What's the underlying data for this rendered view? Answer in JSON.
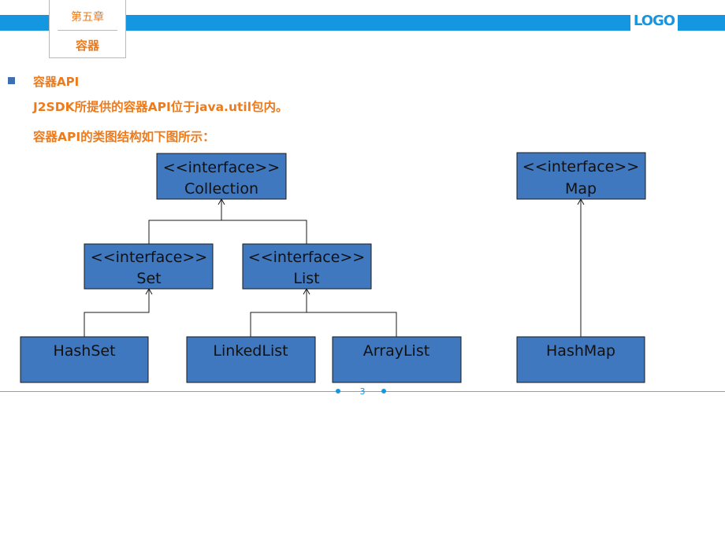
{
  "header": {
    "chapter": "第五章",
    "section": "容器",
    "logo": "LOGO"
  },
  "content": {
    "bullet_title": "容器API",
    "line1": "J2SDK所提供的容器API位于java.util包内。",
    "line2": "容器API的类图结构如下图所示："
  },
  "diagram": {
    "nodes": {
      "collection": {
        "line1": "<<interface>>",
        "line2": "Collection"
      },
      "map": {
        "line1": "<<interface>>",
        "line2": "Map"
      },
      "set": {
        "line1": "<<interface>>",
        "line2": "Set"
      },
      "list": {
        "line1": "<<interface>>",
        "line2": "List"
      },
      "hashset": {
        "line1": "HashSet"
      },
      "linkedlist": {
        "line1": "LinkedList"
      },
      "arraylist": {
        "line1": "ArrayList"
      },
      "hashmap": {
        "line1": "HashMap"
      }
    }
  },
  "footer": {
    "page_number": "3"
  }
}
